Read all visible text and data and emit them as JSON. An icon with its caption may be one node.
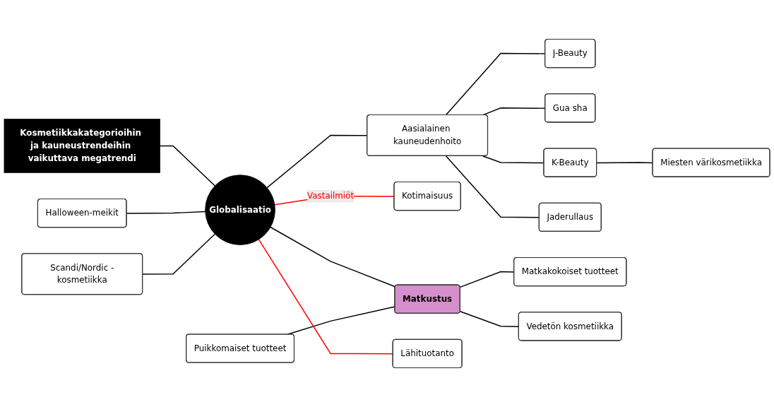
{
  "diagram": {
    "nodes": [
      {
        "text": [
          "Kosmetiikkakategorioihin ja kauneustrendeihin vaikuttava megatrendi"
        ]
      },
      {
        "text": [
          "Halloween-meikit"
        ]
      },
      {
        "text": [
          "Globalisaatio"
        ]
      },
      {
        "text": [
          "J-Beauty"
        ]
      },
      {
        "text": [
          "Aasialainen kauneudenhoito"
        ]
      },
      {
        "text": [
          "Miesten värikosmetiikka"
        ]
      },
      {
        "text": [
          "Scandi/Nordic -kosmetiikka"
        ]
      },
      {
        "text": [
          "Gua sha"
        ]
      },
      {
        "text": [
          "K-Beauty"
        ]
      },
      {
        "text": [
          "Jaderullaus"
        ]
      },
      {
        "text": [
          "Puikkomaiset tuotteet"
        ]
      },
      {
        "text": [
          "Kotimaisuus"
        ]
      },
      {
        "text": [
          "Matkustus"
        ]
      },
      {
        "text": [
          "Matkakokoiset tuotteet"
        ]
      },
      {
        "text": [
          "Lähituotanto"
        ]
      },
      {
        "text": [
          "Vedetön kosmetiikka"
        ]
      }
    ],
    "edges": [
      {
        "from": 0,
        "to": 2,
        "arrow": "none"
      },
      {
        "from": 1,
        "to": 2,
        "arrow": "none"
      },
      {
        "from": 6,
        "to": 2,
        "arrow": "none"
      },
      {
        "from": 2,
        "to": 4,
        "arrow": "none"
      },
      {
        "from": 4,
        "to": 3,
        "arrow": "none"
      },
      {
        "from": 4,
        "to": 7,
        "arrow": "none"
      },
      {
        "from": 4,
        "to": 8,
        "arrow": "none"
      },
      {
        "from": 4,
        "to": 9,
        "arrow": "none"
      },
      {
        "from": 8,
        "to": 5,
        "arrow": "none"
      },
      {
        "from": 2,
        "to": 12,
        "arrow": "none"
      },
      {
        "from": 10,
        "to": 12,
        "arrow": "none"
      },
      {
        "from": 12,
        "to": 13,
        "arrow": "none"
      },
      {
        "from": 12,
        "to": 15,
        "arrow": "none"
      },
      {
        "from": 2,
        "to": 11,
        "arrow": "none",
        "label": "Vastailmiöt",
        "color": "#ff0000"
      },
      {
        "from": 2,
        "to": 14,
        "arrow": "none",
        "color": "#ff0000"
      }
    ]
  }
}
